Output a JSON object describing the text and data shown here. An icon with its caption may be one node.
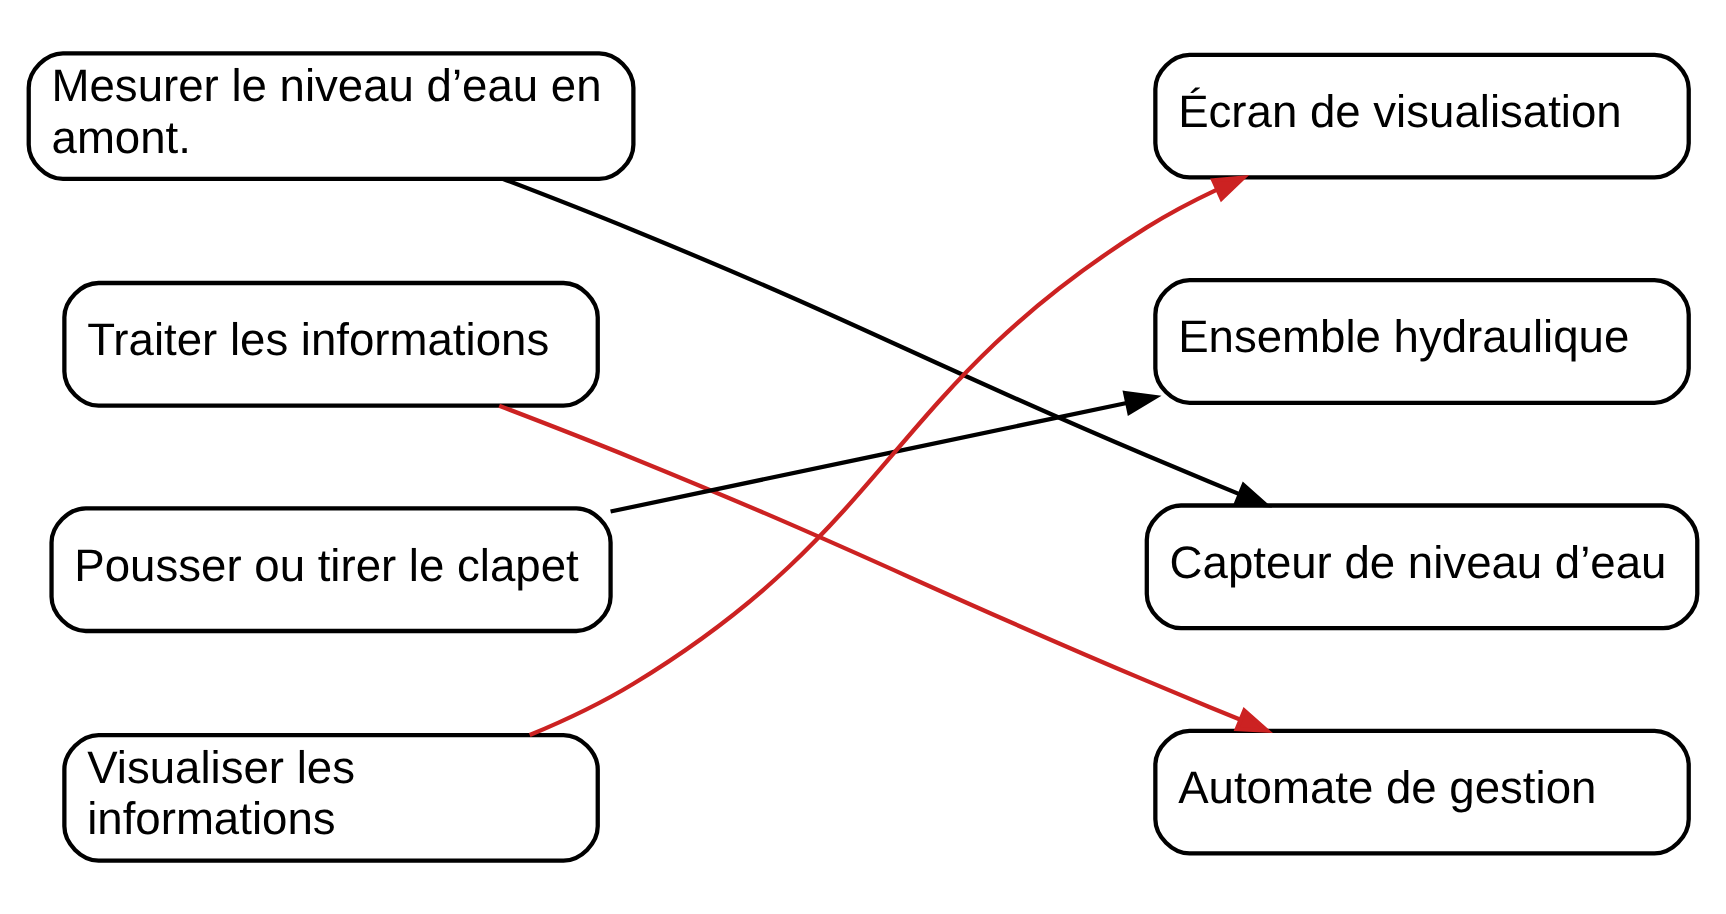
{
  "diagram": {
    "nodes": [
      {
        "text": [
          "Mesurer le niveau d’eau en amont."
        ]
      },
      {
        "text": [
          "Traiter les informations"
        ]
      },
      {
        "text": [
          "Pousser ou tirer le clapet"
        ]
      },
      {
        "text": [
          "Visualiser les informations"
        ]
      },
      {
        "text": [
          "Écran de visualisation"
        ]
      },
      {
        "text": [
          "Ensemble hydraulique"
        ]
      },
      {
        "text": [
          "Capteur de niveau d’eau"
        ]
      },
      {
        "text": [
          "Automate de gestion"
        ]
      }
    ],
    "edges": [
      {
        "from": 0,
        "to": 6,
        "arrow": "to"
      },
      {
        "from": 1,
        "to": 7,
        "arrow": "to",
        "color": "#cc2222"
      },
      {
        "from": 2,
        "to": 5,
        "arrow": "to"
      },
      {
        "from": 3,
        "to": 4,
        "arrow": "to",
        "color": "#cc2222"
      }
    ]
  }
}
